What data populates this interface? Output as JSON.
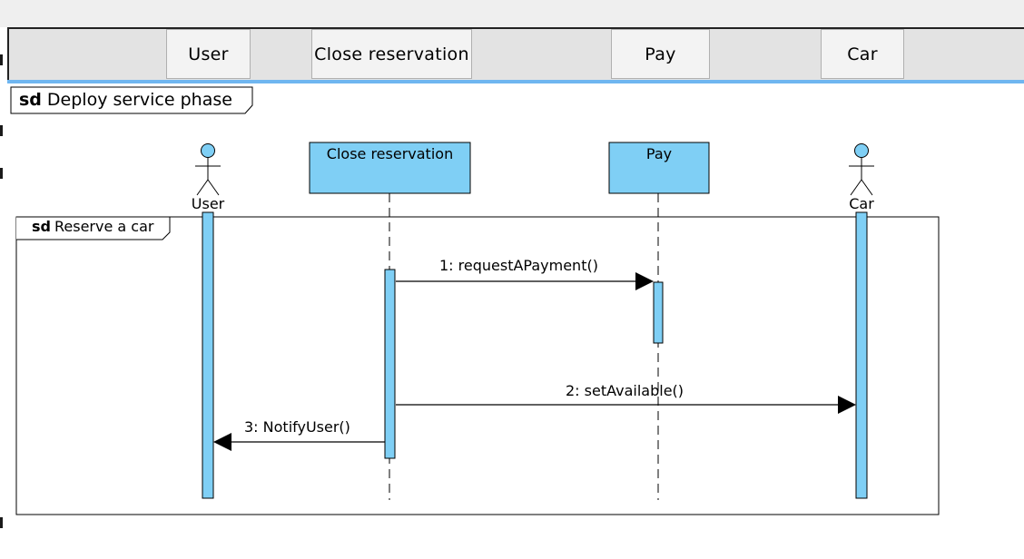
{
  "header": {
    "columns": [
      "User",
      "Close reservation",
      "Pay",
      "Car"
    ]
  },
  "diagram": {
    "outer_frame": {
      "keyword": "sd",
      "title": "Deploy service phase"
    },
    "inner_frame": {
      "keyword": "sd",
      "title": "Reserve a car"
    },
    "lifelines": [
      {
        "name": "User",
        "kind": "actor"
      },
      {
        "name": "Close reservation",
        "kind": "object"
      },
      {
        "name": "Pay",
        "kind": "object"
      },
      {
        "name": "Car",
        "kind": "actor"
      }
    ],
    "messages": [
      {
        "number": 1,
        "label": "1: requestAPayment()",
        "from": "Close reservation",
        "to": "Pay"
      },
      {
        "number": 2,
        "label": "2: setAvailable()",
        "from": "Close reservation",
        "to": "Car"
      },
      {
        "number": 3,
        "label": "3: NotifyUser()",
        "from": "Close reservation",
        "to": "User"
      }
    ],
    "colors": {
      "lifeline_fill": "#7fcff5",
      "stroke": "#000000",
      "header_bg": "#e3e3e3",
      "header_cell_bg": "#f3f3f3",
      "selection_blue": "#6fb6f0"
    }
  }
}
